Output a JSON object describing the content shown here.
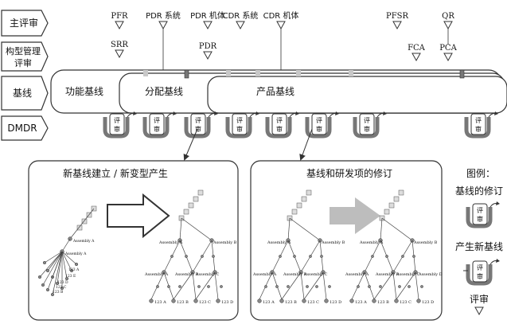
{
  "rows": {
    "main_review": "主评审",
    "config_review_line1": "构型管理",
    "config_review_line2": "评审",
    "baseline": "基线",
    "dmdr": "DMDR"
  },
  "milestones": [
    {
      "id": "pfr",
      "label": "PFR"
    },
    {
      "id": "pdr-system",
      "label": "PDR 系统"
    },
    {
      "id": "pdr-body",
      "label": "PDR 机体"
    },
    {
      "id": "cdr-system",
      "label": "CDR 系统"
    },
    {
      "id": "cdr-body",
      "label": "CDR 机体"
    },
    {
      "id": "pfsr",
      "label": "PFSR"
    },
    {
      "id": "qr",
      "label": "QR"
    },
    {
      "id": "srr",
      "label": "SRR"
    },
    {
      "id": "pdr",
      "label": "PDR"
    },
    {
      "id": "fca",
      "label": "FCA"
    },
    {
      "id": "pca",
      "label": "PCA"
    }
  ],
  "baselines": {
    "functional": "功能基线",
    "allocated": "分配基线",
    "product": "产品基线"
  },
  "review_glyph": {
    "line1": "评",
    "line2": "审"
  },
  "panels": {
    "left_title": "新基线建立 / 新变型产生",
    "right_title": "基线和研发项的修订"
  },
  "tree": {
    "assembly_a": "Assembly A",
    "assembly_b": "Assembly B",
    "assembly_c": "Assembly C",
    "assembly_d": "Assembly D",
    "items": [
      "123 A",
      "123 B",
      "123 C",
      "123 D",
      "123 E"
    ]
  },
  "legend": {
    "title": "图例：",
    "revision": "基线的修订",
    "new_baseline": "产生新基线",
    "review": "评审"
  },
  "colors": {
    "stroke": "#333333",
    "tick_gray": "#c8c8c8",
    "arrow_fill_gray": "#bdbdbd",
    "icon_gray": "#9e9e9e"
  }
}
